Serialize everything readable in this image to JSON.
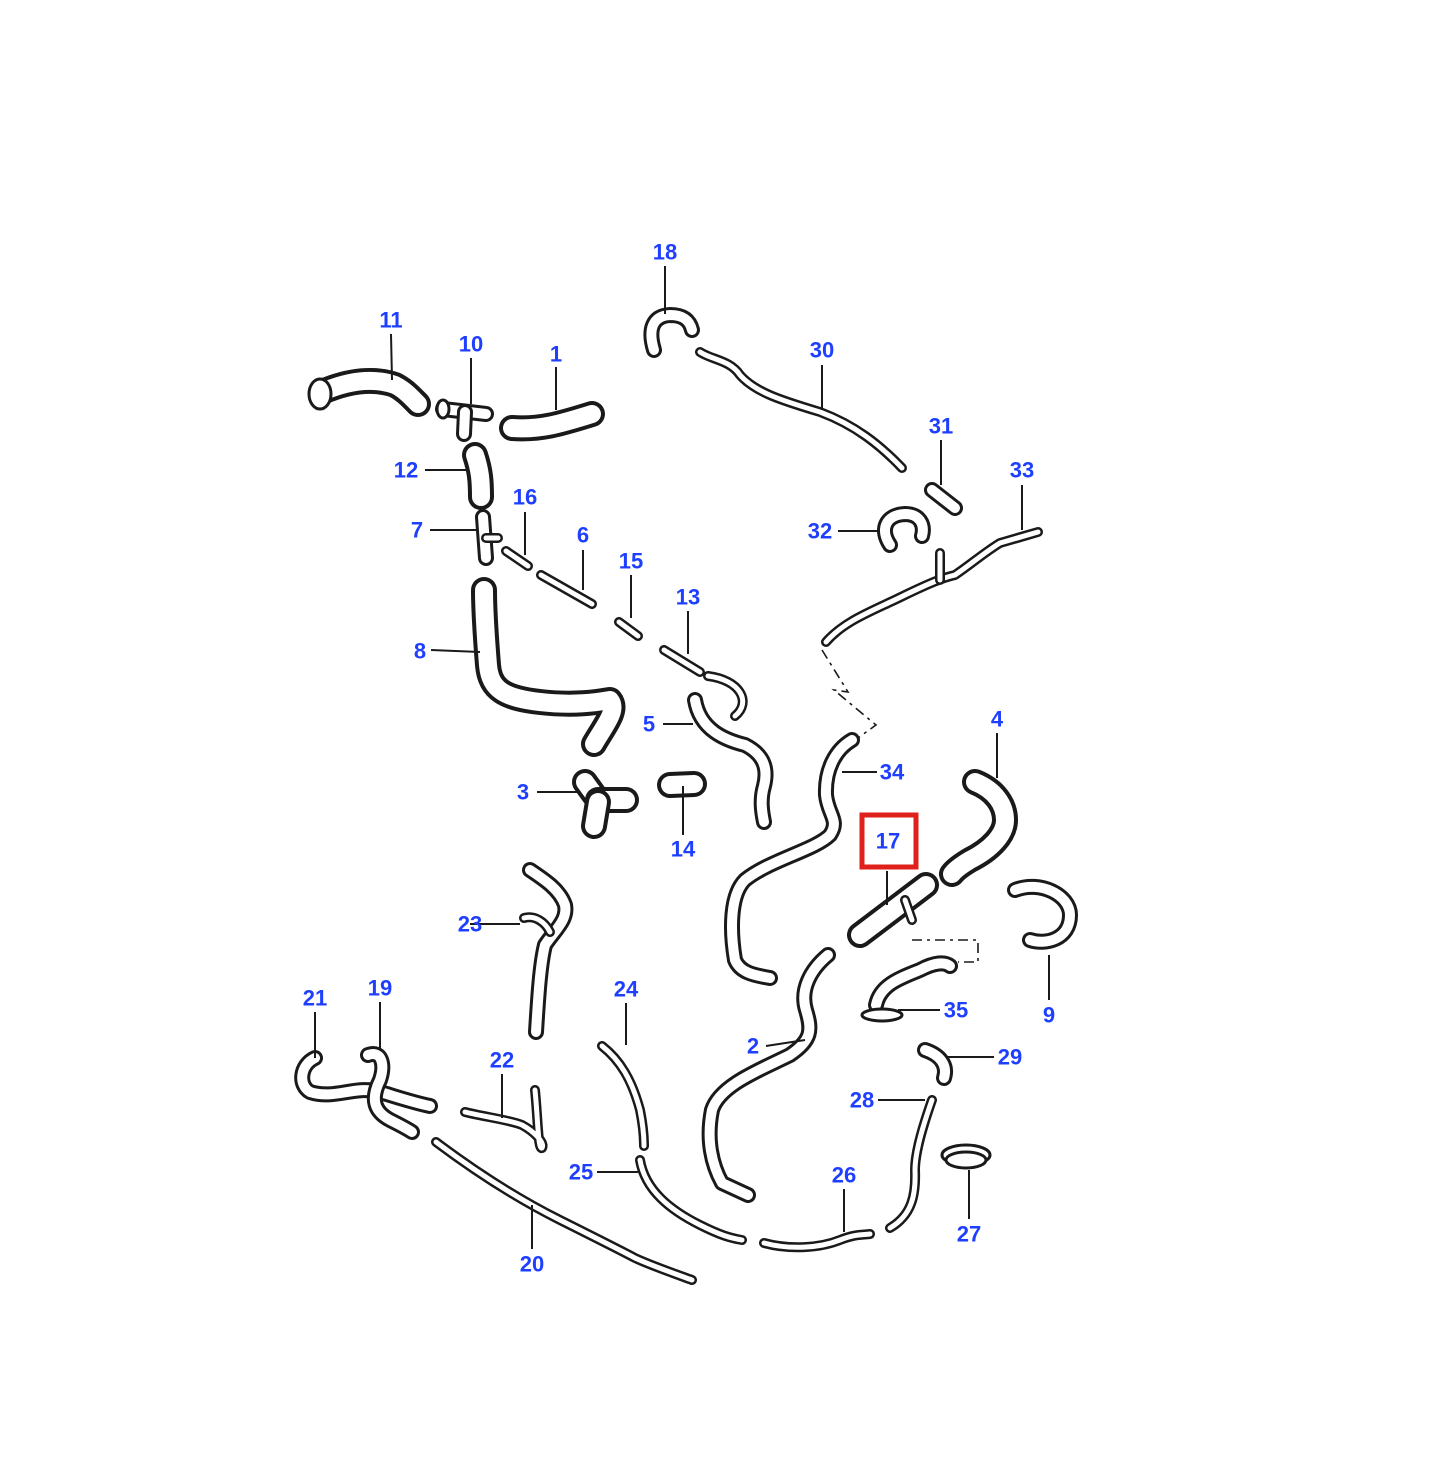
{
  "colors": {
    "label": "#1f3fff",
    "outline": "#1a1a1a",
    "fill": "#ffffff",
    "highlight": "#e0201a"
  },
  "highlighted_part": "17",
  "labels": {
    "p1": "1",
    "p2": "2",
    "p3": "3",
    "p4": "4",
    "p5": "5",
    "p6": "6",
    "p7": "7",
    "p8": "8",
    "p9": "9",
    "p10": "10",
    "p11": "11",
    "p12": "12",
    "p13": "13",
    "p14": "14",
    "p15": "15",
    "p16": "16",
    "p17": "17",
    "p18": "18",
    "p19": "19",
    "p20": "20",
    "p21": "21",
    "p22": "22",
    "p23": "23",
    "p24": "24",
    "p25": "25",
    "p26": "26",
    "p27": "27",
    "p28": "28",
    "p29": "29",
    "p30": "30",
    "p31": "31",
    "p32": "32",
    "p33": "33",
    "p34": "34",
    "p35": "35"
  }
}
